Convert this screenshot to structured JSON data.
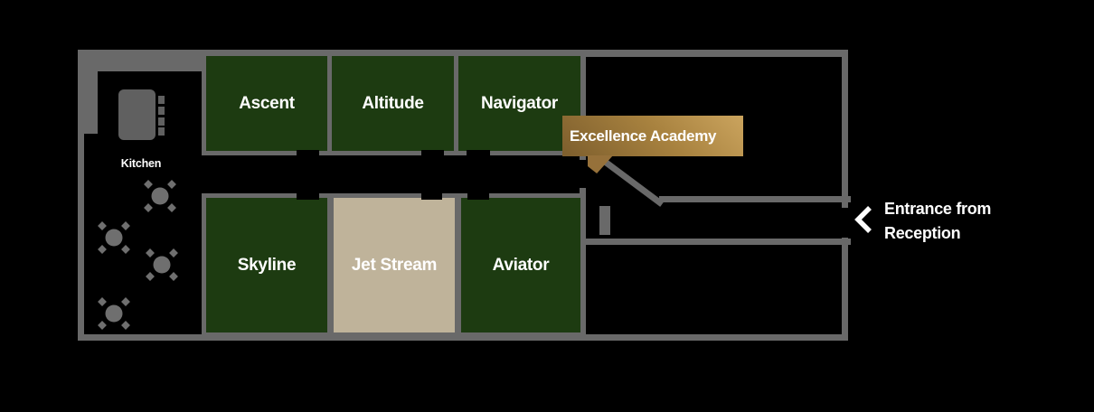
{
  "floor_plan": {
    "rooms": [
      {
        "id": "ascent",
        "label": "Ascent",
        "fill": "green"
      },
      {
        "id": "altitude",
        "label": "Altitude",
        "fill": "green"
      },
      {
        "id": "navigator",
        "label": "Navigator",
        "fill": "green"
      },
      {
        "id": "skyline",
        "label": "Skyline",
        "fill": "green"
      },
      {
        "id": "jet-stream",
        "label": "Jet Stream",
        "fill": "tan"
      },
      {
        "id": "aviator",
        "label": "Aviator",
        "fill": "green"
      }
    ],
    "kitchen": {
      "label": "Kitchen",
      "dining_tables_count": 4
    },
    "tooltip": {
      "label": "Excellence Academy"
    },
    "entrance": {
      "line1": "Entrance from",
      "line2": "Reception",
      "icon": "chevron-left-icon"
    }
  },
  "colors": {
    "background": "#000000",
    "wall": "#696969",
    "room_green": "#1d3b11",
    "room_tan": "#bfb39a",
    "label_text": "#ffffff",
    "tooltip_gradient_start": "#7d5e2d",
    "tooltip_gradient_end": "#cba45e",
    "furniture_gray": "#6f6f6f"
  }
}
